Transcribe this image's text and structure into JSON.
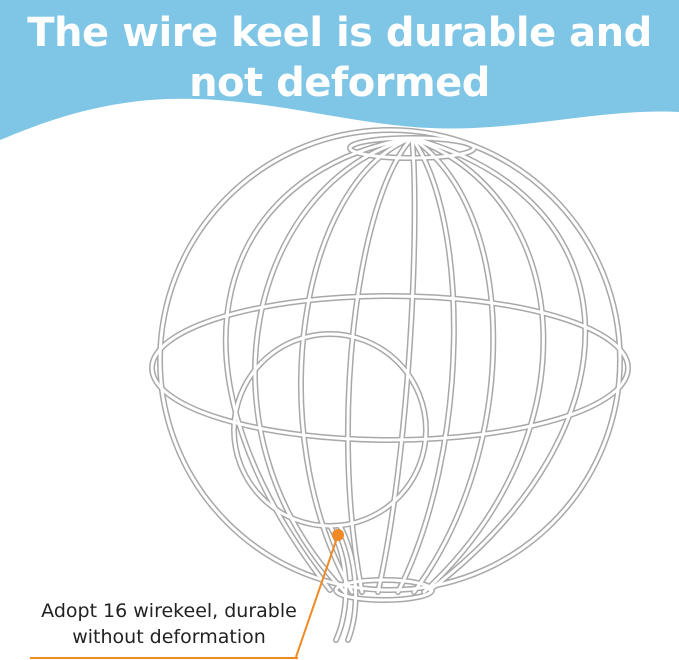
{
  "headline": {
    "line1": "The wire keel is durable and",
    "line2": "not deformed"
  },
  "callout": {
    "line1": "Adopt 16 wirekeel, durable",
    "line2": "without deformation"
  },
  "colors": {
    "banner": "#7fc6e6",
    "wire": "#ffffff",
    "wire_shadow": "#a8a8a8",
    "accent": "#f08a24"
  }
}
